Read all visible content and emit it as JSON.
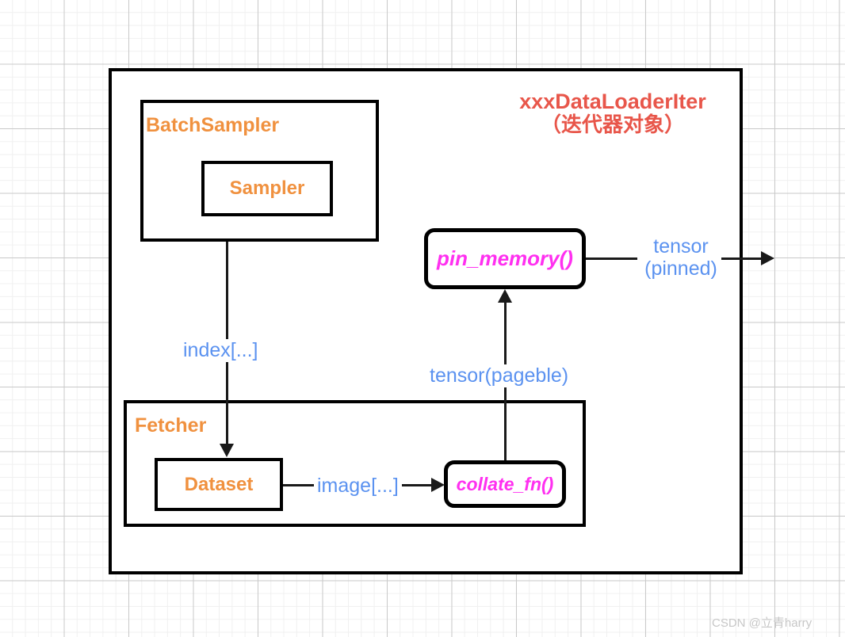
{
  "diagram": {
    "title_main": "xxxDataLoaderIter",
    "title_sub": "（迭代器对象）",
    "boxes": {
      "batch_sampler": "BatchSampler",
      "sampler": "Sampler",
      "fetcher": "Fetcher",
      "dataset": "Dataset",
      "collate_fn": "collate_fn()",
      "pin_memory": "pin_memory()"
    },
    "edges": {
      "index": "index[...]",
      "image": "image[...]",
      "tensor_pageble": "tensor(pageble)",
      "tensor_pinned_line1": "tensor",
      "tensor_pinned_line2": "(pinned)"
    },
    "watermark": "CSDN @立青harry",
    "colors": {
      "class_orange": "#f0913f",
      "function_magenta": "#ff30f0",
      "edge_blue": "#5b92f0",
      "title_red": "#e8564a",
      "stroke_black": "#000000",
      "grid_minor": "#f0f0f0",
      "grid_major": "#c9c9c9"
    }
  }
}
